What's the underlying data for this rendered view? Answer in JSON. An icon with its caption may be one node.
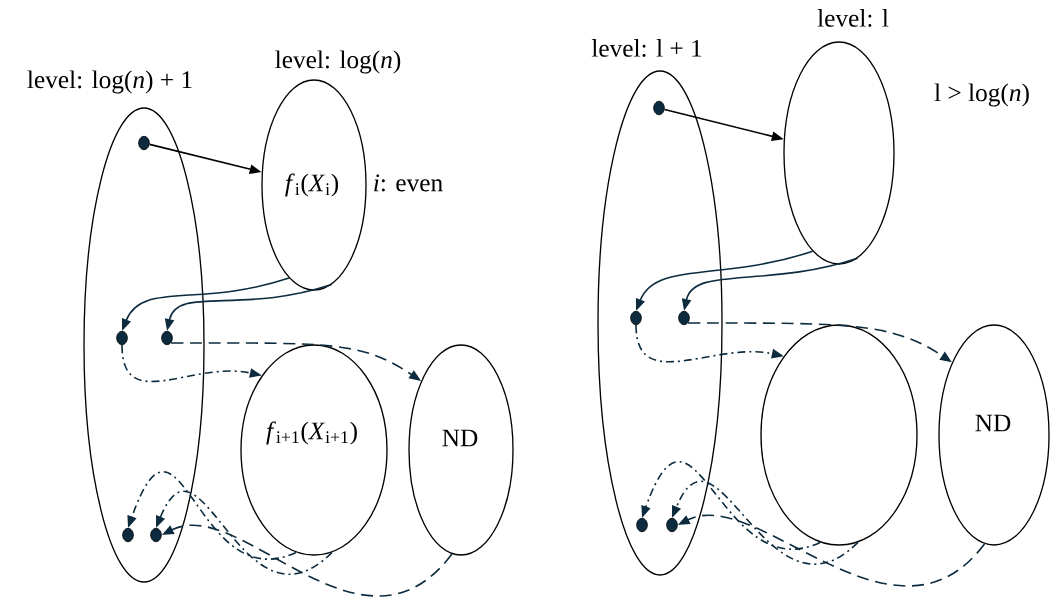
{
  "diagram": {
    "nodes": [
      {
        "text": [
          "level: log(*n*) + 1"
        ]
      },
      {
        "text": [],
        "shape": "circle",
        "in": 0
      },
      {
        "text": [],
        "shape": "circle",
        "in": 0
      },
      {
        "text": [],
        "shape": "circle",
        "in": 0
      },
      {
        "text": [],
        "shape": "circle",
        "in": 0
      },
      {
        "text": [],
        "shape": "circle",
        "in": 0
      },
      {
        "text": [
          "level: log(*n*)",
          "*f*$_{i}$(*X*$_{i}$)"
        ],
        "beside": [
          "*i*: even"
        ]
      },
      {
        "text": [
          "*f*$_{i+1}$(*X*$_{i+1}$)"
        ]
      },
      {
        "text": [
          "ND"
        ]
      },
      {
        "text": [
          "level: l + 1"
        ]
      },
      {
        "text": [],
        "shape": "circle",
        "in": 9
      },
      {
        "text": [],
        "shape": "circle",
        "in": 9
      },
      {
        "text": [],
        "shape": "circle",
        "in": 9
      },
      {
        "text": [],
        "shape": "circle",
        "in": 9
      },
      {
        "text": [],
        "shape": "circle",
        "in": 9
      },
      {
        "text": [
          "level: l"
        ],
        "beside": [
          "l > log(*n*)"
        ]
      },
      {
        "text": [],
        "shape": "ellipse"
      },
      {
        "text": [
          "ND"
        ]
      }
    ],
    "edges": [
      {
        "from": 1,
        "to": 6,
        "arrow": "to",
        "color": "#000000"
      },
      {
        "from": 6,
        "to": 2,
        "arrow": "to"
      },
      {
        "from": 6,
        "to": 3,
        "arrow": "to"
      },
      {
        "from": 3,
        "to": 8,
        "arrow": "to",
        "style": "dashed"
      },
      {
        "from": 2,
        "to": 7,
        "arrow": "to",
        "style": "dashed"
      },
      {
        "from": 7,
        "to": 4,
        "arrow": "to",
        "style": "dashed"
      },
      {
        "from": 7,
        "to": 5,
        "arrow": "to",
        "style": "dashed"
      },
      {
        "from": 8,
        "to": 5,
        "arrow": "to",
        "style": "dashed"
      },
      {
        "from": 10,
        "to": 15,
        "arrow": "to",
        "color": "#000000"
      },
      {
        "from": 15,
        "to": 11,
        "arrow": "to"
      },
      {
        "from": 15,
        "to": 12,
        "arrow": "to"
      },
      {
        "from": 12,
        "to": 17,
        "arrow": "to",
        "style": "dashed"
      },
      {
        "from": 11,
        "to": 16,
        "arrow": "to",
        "style": "dashed"
      },
      {
        "from": 16,
        "to": 13,
        "arrow": "to",
        "style": "dashed"
      },
      {
        "from": 16,
        "to": 14,
        "arrow": "to",
        "style": "dashed"
      },
      {
        "from": 17,
        "to": 14,
        "arrow": "to",
        "style": "dashed"
      }
    ]
  }
}
